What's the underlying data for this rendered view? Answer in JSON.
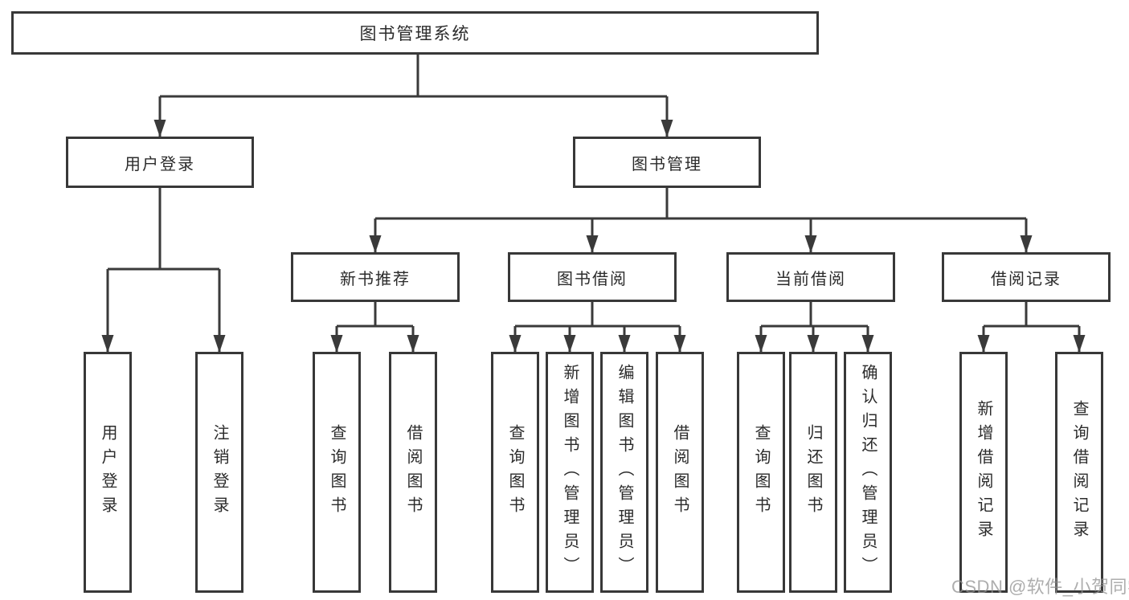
{
  "diagram": {
    "root": {
      "label": "图书管理系统"
    },
    "level2": [
      {
        "label": "用户登录",
        "leaves": [
          "用户登录",
          "注销登录"
        ]
      },
      {
        "label": "图书管理",
        "children": [
          {
            "label": "新书推荐",
            "leaves": [
              "查询图书",
              "借阅图书"
            ]
          },
          {
            "label": "图书借阅",
            "leaves": [
              "查询图书",
              "新增图书（管理员）",
              "编辑图书（管理员）",
              "借阅图书"
            ]
          },
          {
            "label": "当前借阅",
            "leaves": [
              "查询图书",
              "归还图书",
              "确认归还（管理员）"
            ]
          },
          {
            "label": "借阅记录",
            "leaves": [
              "新增借阅记录",
              "查询借阅记录"
            ]
          }
        ]
      }
    ]
  },
  "watermark": {
    "text": "CSDN @软件_小贺同学"
  },
  "colors": {
    "line": "#3a3a3a",
    "border": "#383838",
    "text": "#2b2b2b",
    "background": "#ffffff",
    "watermark_gray": "#919191"
  }
}
